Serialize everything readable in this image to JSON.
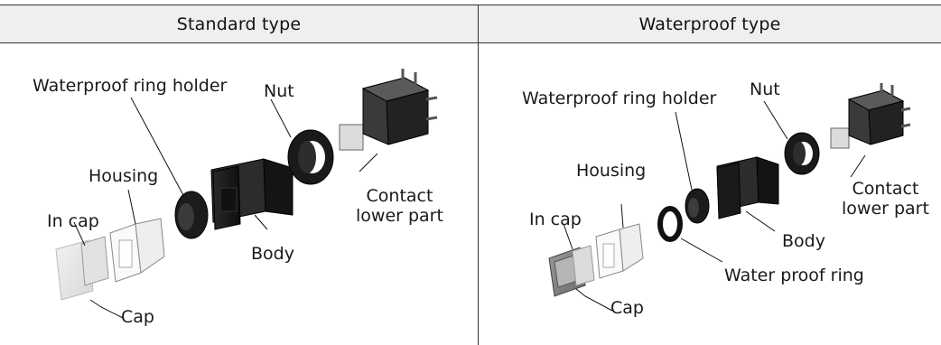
{
  "headers": {
    "standard": "Standard type",
    "waterproof": "Waterproof type"
  },
  "standard": {
    "waterproof_ring_holder": "Waterproof ring holder",
    "nut": "Nut",
    "housing": "Housing",
    "in_cap": "In cap",
    "body": "Body",
    "contact_line1": "Contact",
    "contact_line2": "lower part",
    "cap": "Cap"
  },
  "waterproof": {
    "waterproof_ring_holder": "Waterproof ring holder",
    "nut": "Nut",
    "housing": "Housing",
    "in_cap": "In cap",
    "body": "Body",
    "contact_line1": "Contact",
    "contact_line2": "lower part",
    "water_proof_ring": "Water proof ring",
    "cap": "Cap"
  }
}
